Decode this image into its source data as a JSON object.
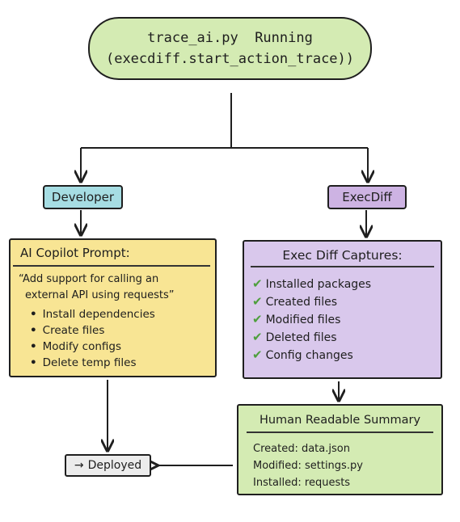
{
  "top_node": {
    "line1": "trace_ai.py  Running",
    "line2": "(execdiff.start_action_trace))"
  },
  "developer_tag": "Developer",
  "execdiff_tag": "ExecDiff",
  "prompt_box": {
    "title": "AI Copilot Prompt:",
    "quote_line1": "“Add support for calling an",
    "quote_line2": "external API using requests”",
    "bullets": [
      "Install dependencies",
      "Create files",
      "Modify configs",
      "Delete temp files"
    ]
  },
  "captures_box": {
    "title": "Exec Diff Captures:",
    "check_glyph": "✔",
    "items": [
      "Installed packages",
      "Created files",
      "Modified files",
      "Deleted files",
      "Config changes"
    ]
  },
  "summary_box": {
    "title": "Human Readable Summary",
    "rows": [
      "Created: data.json",
      "Modified: settings.py",
      "Installed: requests"
    ]
  },
  "deployed": {
    "arrow_glyph": "→",
    "label": "Deployed"
  },
  "colors": {
    "green_node": "#d4ebb3",
    "blue_tag": "#a6dde3",
    "purple": "#cdb3e3",
    "yellow_box": "#f8e594",
    "check_green": "#4e9f3d"
  }
}
